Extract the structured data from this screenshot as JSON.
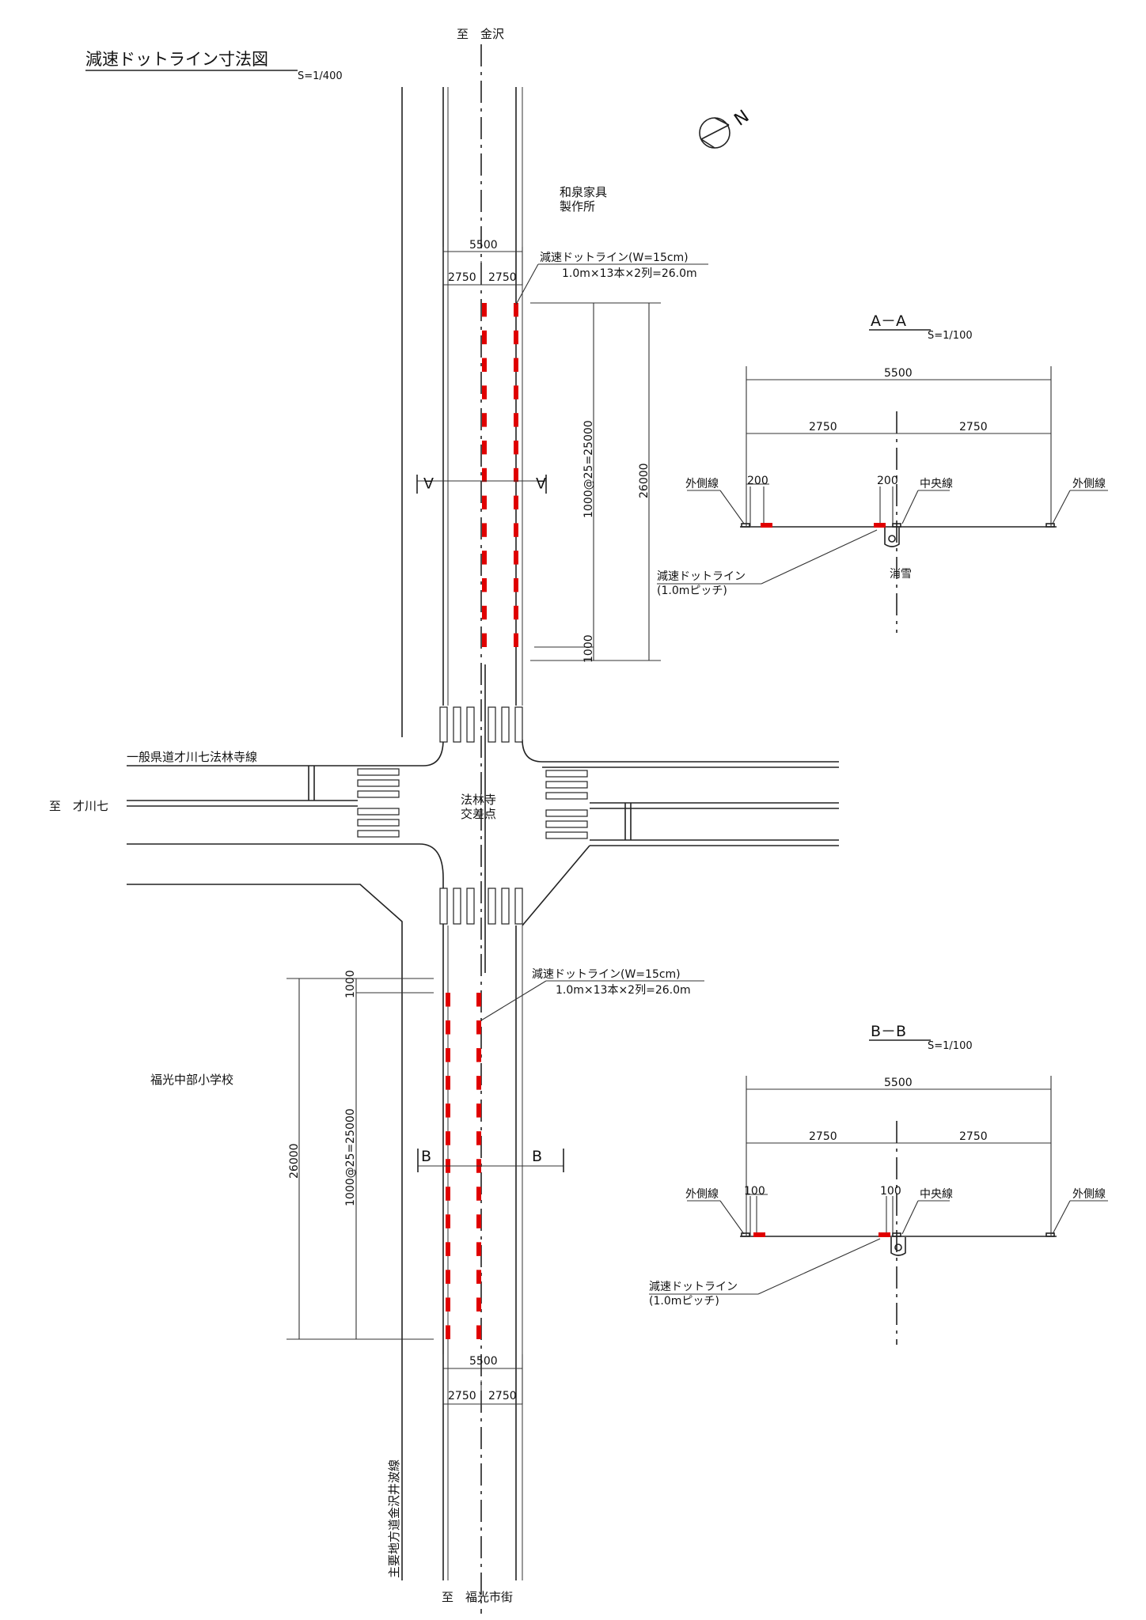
{
  "title": "減速ドットライン寸法図",
  "title_scale": "S=1/400",
  "directions": {
    "north": "至　金沢",
    "south": "至　福光市街",
    "west": "至　才川七"
  },
  "north_mark": "N",
  "roads": {
    "prefectural": "一般県道才川七法林寺線",
    "main": "主要地方道金沢井波線"
  },
  "places": {
    "factory_line1": "和泉家具",
    "factory_line2": "製作所",
    "intersection_line1": "法林寺",
    "intersection_line2": "交差点",
    "school": "福光中部小学校"
  },
  "plan_labels": {
    "dotline_title": "減速ドットライン(W=15cm)",
    "dotline_spec": "1.0m×13本×2列=26.0m",
    "road_width": "5500",
    "lane_width": "2750",
    "pitch_spec": "1000@25=25000",
    "total_length": "26000",
    "first_gap": "1000",
    "section_a": "A",
    "section_b": "B"
  },
  "sections": [
    {
      "title": "A－A",
      "scale": "S=1/100",
      "total_width": "5500",
      "lane_left": "2750",
      "lane_right": "2750",
      "offset_left": "200",
      "offset_center": "200",
      "outer_line_left": "外側線",
      "outer_line_right": "外側線",
      "center_line": "中央線",
      "dotline_label": "減速ドットライン",
      "dotline_pitch": "(1.0mピッチ)",
      "snow_label": "消雪"
    },
    {
      "title": "B－B",
      "scale": "S=1/100",
      "total_width": "5500",
      "lane_left": "2750",
      "lane_right": "2750",
      "offset_left": "100",
      "offset_center": "100",
      "outer_line_left": "外側線",
      "outer_line_right": "外側線",
      "center_line": "中央線",
      "dotline_label": "減速ドットライン",
      "dotline_pitch": "(1.0mピッチ)",
      "snow_label": ""
    }
  ],
  "dot_line": {
    "color": "#e00000",
    "count_per_row": 13,
    "rows": 2,
    "length_m": 1.0,
    "pitch_m": 1.0,
    "width_cm": 15
  }
}
